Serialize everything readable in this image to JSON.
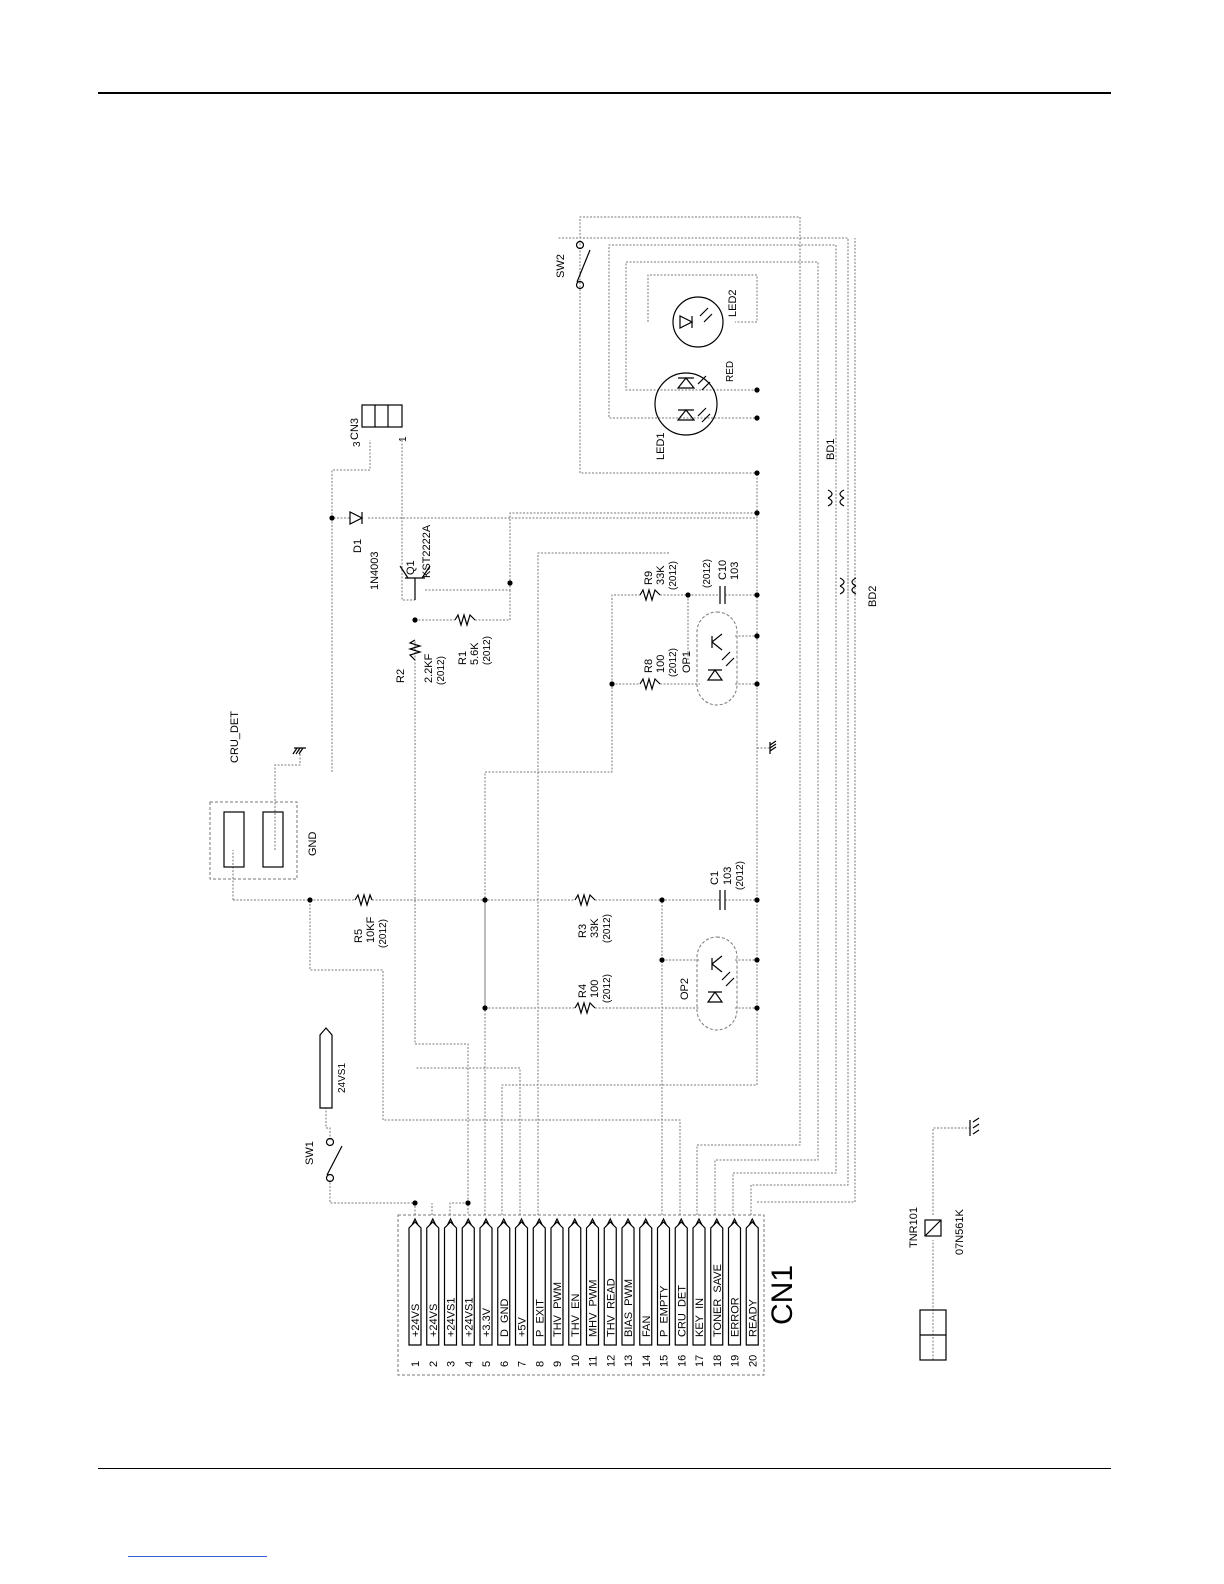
{
  "connector": {
    "ref": "CN1",
    "pins": [
      {
        "num": "1",
        "name": "+24VS"
      },
      {
        "num": "2",
        "name": "+24VS"
      },
      {
        "num": "3",
        "name": "+24VS1"
      },
      {
        "num": "4",
        "name": "+24VS1"
      },
      {
        "num": "5",
        "name": "+3.3V"
      },
      {
        "num": "6",
        "name": "D_GND"
      },
      {
        "num": "7",
        "name": "+5V"
      },
      {
        "num": "8",
        "name": "P_EXIT"
      },
      {
        "num": "9",
        "name": "THV_PWM"
      },
      {
        "num": "10",
        "name": "THV_EN"
      },
      {
        "num": "11",
        "name": "MHV_PWM"
      },
      {
        "num": "12",
        "name": "THV_READ"
      },
      {
        "num": "13",
        "name": "BIAS_PWM"
      },
      {
        "num": "14",
        "name": "FAN"
      },
      {
        "num": "15",
        "name": "P_EMPTY"
      },
      {
        "num": "16",
        "name": "CRU_DET"
      },
      {
        "num": "17",
        "name": "KEY_IN"
      },
      {
        "num": "18",
        "name": "TONER_SAVE"
      },
      {
        "num": "19",
        "name": "ERROR"
      },
      {
        "num": "20",
        "name": "READY"
      }
    ]
  },
  "components": {
    "sw1": "SW1",
    "net_24vs1": "24VS1",
    "sw2": "SW2",
    "cn3": {
      "ref": "CN3",
      "pin_high": "3",
      "pin_low": "1"
    },
    "cru_det": "CRU_DET",
    "gnd": "GND",
    "r5": {
      "ref": "R5",
      "value": "10KF",
      "size": "(2012)"
    },
    "r3": {
      "ref": "R3",
      "value": "33K",
      "size": "(2012)"
    },
    "r4": {
      "ref": "R4",
      "value": "100",
      "size": "(2012)"
    },
    "c1": {
      "ref": "C1",
      "value": "103",
      "size": "(2012)"
    },
    "op2": "OP2",
    "r2": {
      "ref": "R2",
      "value": "2.2KF",
      "size": "(2012)"
    },
    "r1": {
      "ref": "R1",
      "value": "5.6K",
      "size": "(2012)"
    },
    "d1": {
      "ref": "D1",
      "value": "1N4003"
    },
    "q1": {
      "ref": "Q1",
      "value": "KST2222A"
    },
    "r8": {
      "ref": "R8",
      "value": "100",
      "size": "(2012)"
    },
    "op1": "OP1",
    "r9": {
      "ref": "R9",
      "value": "33K",
      "size": "(2012)"
    },
    "c10": {
      "ref": "C10",
      "value": "103",
      "size": "(2012)"
    },
    "led1": "LED1",
    "led2": "LED2",
    "red": "RED",
    "bd1": "BD1",
    "bd2": "BD2",
    "tnr101": {
      "ref": "TNR101",
      "value": "07N561K"
    }
  }
}
